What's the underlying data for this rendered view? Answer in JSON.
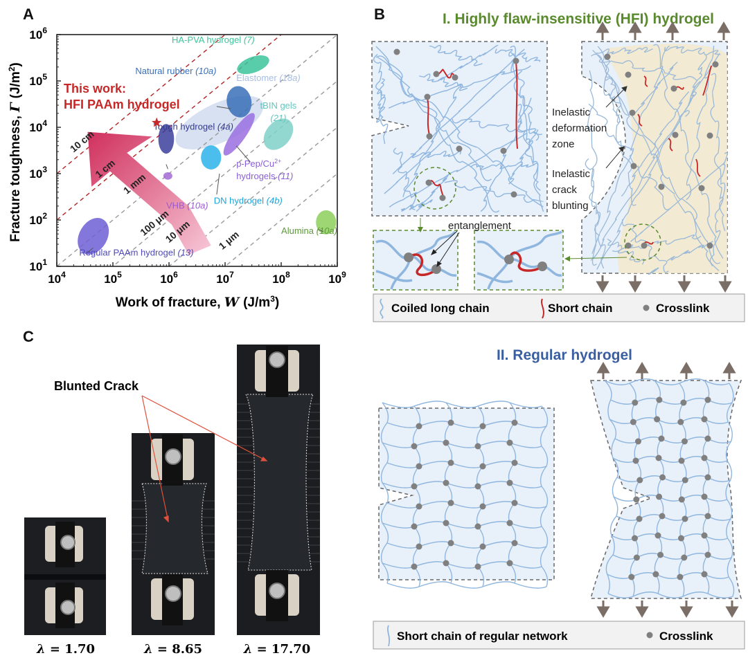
{
  "panels": {
    "a": "A",
    "b": "B",
    "c": "C"
  },
  "chart_data": {
    "type": "scatter",
    "xlabel": "Work of fracture, ",
    "xlabel_sym": "W",
    "xlabel_unit": "(J/m",
    "xlabel_unit_end": ")",
    "ylabel": "Fracture toughness, ",
    "ylabel_sym": "Γ",
    "ylabel_unit": "(J/m",
    "ylabel_unit_end": ")",
    "x_scale": "log",
    "y_scale": "log",
    "xlim": [
      10000,
      1000000000
    ],
    "ylim": [
      10,
      1000000
    ],
    "x_ticks": [
      {
        "base": "10",
        "exp": "4",
        "v": 4
      },
      {
        "base": "10",
        "exp": "5",
        "v": 5
      },
      {
        "base": "10",
        "exp": "6",
        "v": 6
      },
      {
        "base": "10",
        "exp": "7",
        "v": 7
      },
      {
        "base": "10",
        "exp": "8",
        "v": 8
      },
      {
        "base": "10",
        "exp": "9",
        "v": 9
      }
    ],
    "y_ticks": [
      {
        "base": "10",
        "exp": "1",
        "v": 1
      },
      {
        "base": "10",
        "exp": "2",
        "v": 2
      },
      {
        "base": "10",
        "exp": "3",
        "v": 3
      },
      {
        "base": "10",
        "exp": "4",
        "v": 4
      },
      {
        "base": "10",
        "exp": "5",
        "v": 5
      },
      {
        "base": "10",
        "exp": "6",
        "v": 6
      }
    ],
    "length_lines": [
      {
        "label": "10 cm",
        "L": -1,
        "color": "#b22222"
      },
      {
        "label": "1 cm",
        "L": -2,
        "color": "#b22222"
      },
      {
        "label": "1 mm",
        "L": -3,
        "color": "#999999"
      },
      {
        "label": "100 μm",
        "L": -4,
        "color": "#999999"
      },
      {
        "label": "10 μm",
        "L": -5,
        "color": "#999999"
      },
      {
        "label": "1 μm",
        "L": -6,
        "color": "#999999"
      }
    ],
    "regions": [
      {
        "name": "HA-PVA hydrogel",
        "ref": "(7)",
        "lx": 7.5,
        "ly": 5.35,
        "rx": 0.3,
        "ry": 0.17,
        "rot": -20,
        "color": "#3cc49a",
        "label_color": "#3cc49a"
      },
      {
        "name": "Natural  rubber",
        "ref": "(10a)",
        "lx": 7.25,
        "ly": 4.55,
        "rx": 0.22,
        "ry": 0.34,
        "rot": -10,
        "color": "#3a6fb8",
        "label_color": "#3a6fb8"
      },
      {
        "name": "Elastomer",
        "ref": "(18a)",
        "lx": 6.9,
        "ly": 4.1,
        "rx": 0.85,
        "ry": 0.42,
        "rot": -25,
        "color": "#b8c8e6",
        "label_color": "#a6bde3"
      },
      {
        "name": "tBIN gels",
        "ref": "(21)",
        "lx": 7.95,
        "ly": 3.85,
        "rx": 0.22,
        "ry": 0.38,
        "rot": 40,
        "color": "#7fd0c8",
        "label_color": "#62c6bd"
      },
      {
        "name": "Tough hydrogel",
        "ref": "(4a)",
        "lx": 5.95,
        "ly": 3.75,
        "rx": 0.14,
        "ry": 0.32,
        "rot": 0,
        "color": "#3b3f9c",
        "label_color": "#33388f"
      },
      {
        "name": "p-Pep/Cu",
        "ref": "(11)",
        "lx": 7.25,
        "ly": 3.85,
        "rx": 0.12,
        "ry": 0.55,
        "rot": 35,
        "color": "#9a6fe0",
        "label_color": "#8a5fd6"
      },
      {
        "name": "DN hydrogel",
        "ref": "(4b)",
        "lx": 6.75,
        "ly": 3.35,
        "rx": 0.18,
        "ry": 0.26,
        "rot": 0,
        "color": "#2bb3ea",
        "label_color": "#1ea3d8"
      },
      {
        "name": "VHB",
        "ref": "(10a)",
        "lx": 5.98,
        "ly": 2.95,
        "rx": 0.08,
        "ry": 0.08,
        "rot": 0,
        "color": "#a46bd6",
        "label_color": "#9a5ad0"
      },
      {
        "name": "Alumina",
        "ref": "(10a)",
        "lx": 8.8,
        "ly": 1.95,
        "rx": 0.18,
        "ry": 0.26,
        "rot": 0,
        "color": "#8ccf5a",
        "label_color": "#5c9a3a"
      },
      {
        "name": "Regular PAAm hydrogel",
        "ref": "(13)",
        "lx": 4.65,
        "ly": 1.65,
        "rx": 0.25,
        "ry": 0.42,
        "rot": 30,
        "color": "#6f5fd6",
        "label_color": "#4f49b8"
      }
    ],
    "this_work": {
      "label1": "This work:",
      "label2": "HFI PAAm hydrogel",
      "x": 5.78,
      "y": 4.1,
      "color": "#c62828"
    }
  },
  "panel_b": {
    "title1": "I. Highly flaw-insensitive (HFI) hydrogel",
    "title2": "II. Regular hydrogel",
    "zone_label": [
      "Inelastic",
      "deformation",
      "zone"
    ],
    "blunt_label": [
      "Inelastic",
      "crack",
      "blunting"
    ],
    "entanglement": "entanglement",
    "legend1": {
      "coiled": "Coiled long chain",
      "short": "Short chain",
      "crosslink": "Crosslink"
    },
    "legend2": {
      "short": "Short chain of regular network",
      "crosslink": "Crosslink"
    }
  },
  "panel_c": {
    "annotation": "Blunted Crack",
    "captions": [
      {
        "sym": "λ",
        "val": " = 1.70"
      },
      {
        "sym": "λ",
        "val": " = 8.65"
      },
      {
        "sym": "λ",
        "val": " = 17.70"
      }
    ]
  }
}
